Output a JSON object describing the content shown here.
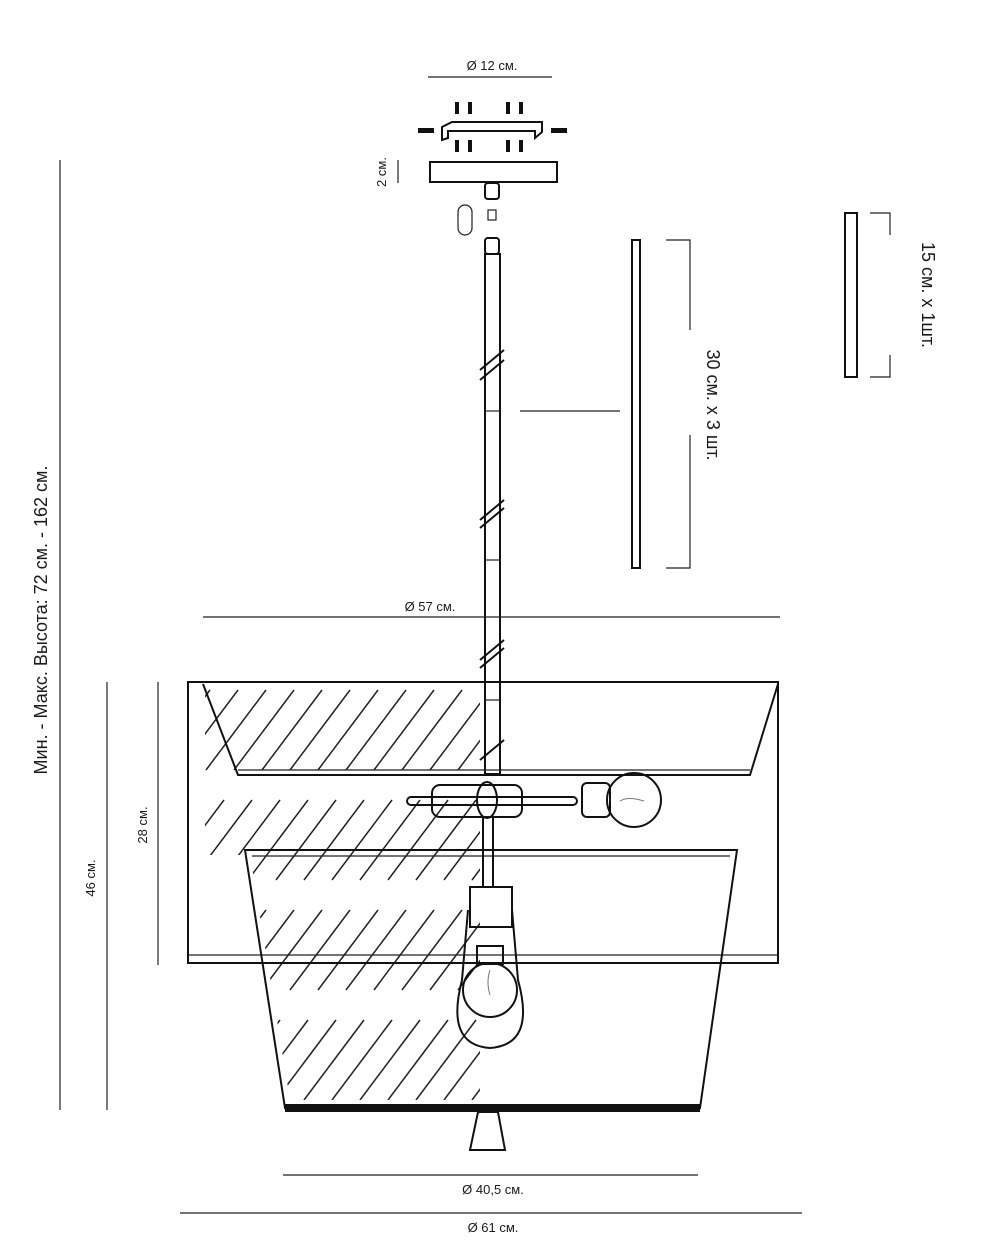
{
  "dimensions": {
    "canopy_diameter": "Ø 12 см.",
    "canopy_height": "2 см.",
    "short_rod": "15 см. x 1шт.",
    "long_rods": "30 см. x 3 шт.",
    "upper_shade_diameter": "Ø 57 см.",
    "upper_shade_height": "28 см.",
    "total_shade_height": "46 см.",
    "height_range": "Мин. - Макс. Высота: 72 см. - 162 см.",
    "lower_shade_diameter": "Ø 40,5 см.",
    "overall_diameter": "Ø 61 см."
  }
}
